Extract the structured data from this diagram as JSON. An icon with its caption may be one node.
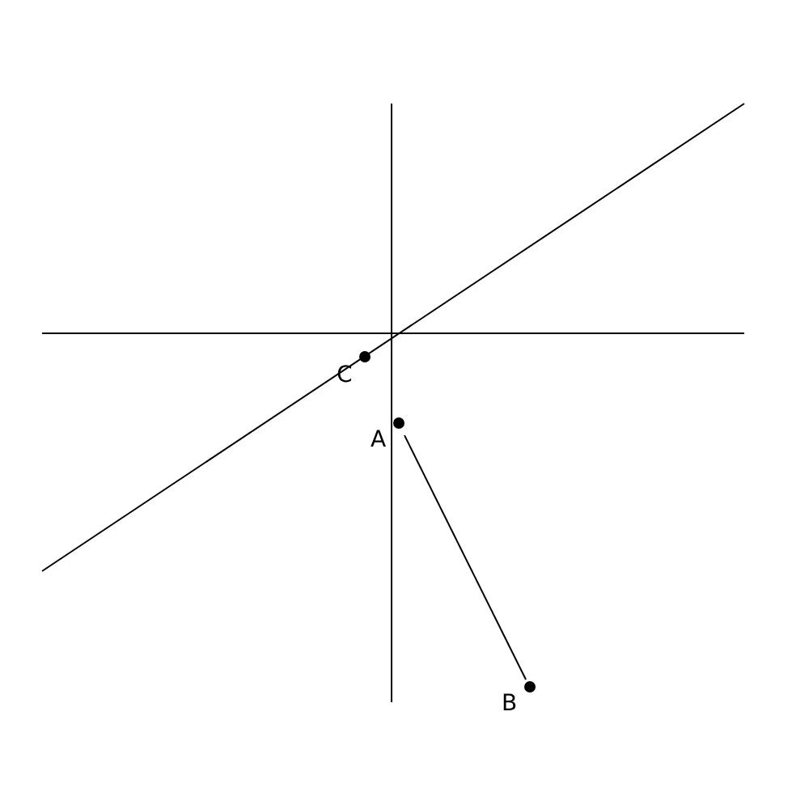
{
  "diagram": {
    "nodes": [
      {
        "text": [
          "C"
        ]
      },
      {
        "text": [
          "A"
        ]
      },
      {
        "text": [
          "B"
        ]
      }
    ],
    "edges": [
      {
        "from": 1,
        "to": 2,
        "arrow": "none"
      }
    ]
  }
}
